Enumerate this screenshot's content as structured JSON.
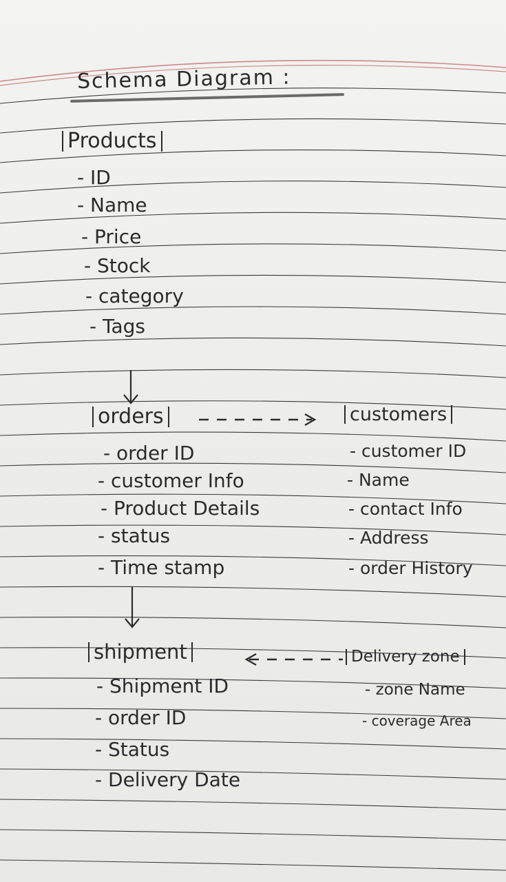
{
  "title": "Schema Diagram :",
  "entities": {
    "products": {
      "name": "Products",
      "fields": [
        "ID",
        "Name",
        "Price",
        "Stock",
        "category",
        "Tags"
      ]
    },
    "orders": {
      "name": "orders",
      "fields": [
        "order ID",
        "customer Info",
        "Product Details",
        "status",
        "Time stamp"
      ]
    },
    "customers": {
      "name": "customers",
      "fields": [
        "customer ID",
        "Name",
        "contact Info",
        "Address",
        "order History"
      ]
    },
    "shipment": {
      "name": "shipment",
      "fields": [
        "Shipment ID",
        "order ID",
        "Status",
        "Delivery Date"
      ]
    },
    "delivery_zone": {
      "name": "Delivery zone",
      "fields": [
        "zone Name",
        "coverage Area"
      ]
    }
  },
  "relations": [
    {
      "from": "products",
      "to": "orders",
      "style": "solid-arrow"
    },
    {
      "from": "orders",
      "to": "customers",
      "style": "dashed-arrow"
    },
    {
      "from": "orders",
      "to": "shipment",
      "style": "solid-arrow"
    },
    {
      "from": "delivery_zone",
      "to": "shipment",
      "style": "dashed-arrow"
    }
  ],
  "colors": {
    "ink": "#2b2b2b",
    "paper": "#f1f1ef",
    "rule": "#3a3a3a",
    "margin_line": "#c98a8a"
  }
}
